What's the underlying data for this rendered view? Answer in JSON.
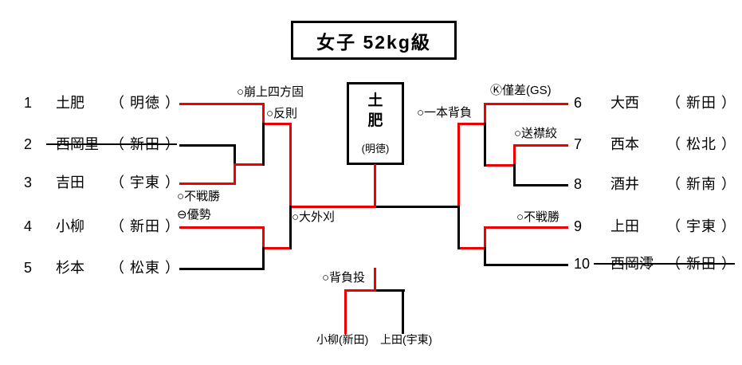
{
  "title": "女子 52kg級",
  "colors": {
    "winner_path": "#ee0000",
    "line": "#000000"
  },
  "champion": {
    "name_line1": "土",
    "name_line2": "肥",
    "club": "(明徳)"
  },
  "entries_left": [
    {
      "number": "1",
      "name": "土肥",
      "club": "（ 明徳 ）",
      "struck": false
    },
    {
      "number": "2",
      "name": "西岡里",
      "club": "（ 新田 ）",
      "struck": true
    },
    {
      "number": "3",
      "name": "吉田",
      "club": "（ 宇東 ）",
      "struck": false
    },
    {
      "number": "4",
      "name": "小柳",
      "club": "（ 新田 ）",
      "struck": false
    },
    {
      "number": "5",
      "name": "杉本",
      "club": "（ 松東 ）",
      "struck": false
    }
  ],
  "entries_right": [
    {
      "number": "6",
      "name": "大西",
      "club": "（ 新田 ）",
      "struck": false
    },
    {
      "number": "7",
      "name": "西本",
      "club": "（ 松北 ）",
      "struck": false
    },
    {
      "number": "8",
      "name": "酒井",
      "club": "（ 新南 ）",
      "struck": false
    },
    {
      "number": "9",
      "name": "上田",
      "club": "（ 宇東 ）",
      "struck": false
    },
    {
      "number": "10",
      "name": "西岡澪",
      "club": "（ 新田 ）",
      "struck": true
    }
  ],
  "annotations": {
    "kuzure": "○崩上四方固",
    "hansoku": "○反則",
    "fusensho_left": "○不戦勝",
    "yusei": "⊖優勢",
    "osotogari": "○大外刈",
    "ipponseoi": "○一本背負",
    "kinsa": "Ⓚ僅差(GS)",
    "okurierijime": "○送襟絞",
    "fusensho_right": "○不戦勝",
    "seoinage": "○背負投"
  },
  "third_place": {
    "left_label": "小柳(新田)",
    "right_label": "上田(宇東)"
  },
  "results": [
    {
      "match": "2 vs 3",
      "winner": "吉田",
      "method": "不戦勝"
    },
    {
      "match": "1 vs (2/3)",
      "winner": "土肥",
      "method": "崩上四方固"
    },
    {
      "match": "4 vs 5",
      "winner": "小柳",
      "method": "優勢"
    },
    {
      "match": "left final",
      "winner": "土肥",
      "method": "反則"
    },
    {
      "match": "7 vs 8",
      "winner": "西本",
      "method": "送襟絞"
    },
    {
      "match": "6 vs (7/8)",
      "winner": "大西",
      "method": "僅差(GS)"
    },
    {
      "match": "9 vs 10",
      "winner": "上田",
      "method": "不戦勝"
    },
    {
      "match": "right final",
      "winner": "大西",
      "method": "一本背負"
    },
    {
      "match": "final",
      "winner": "土肥",
      "method": "大外刈"
    },
    {
      "match": "third place",
      "winner": "小柳",
      "method": "背負投"
    }
  ]
}
